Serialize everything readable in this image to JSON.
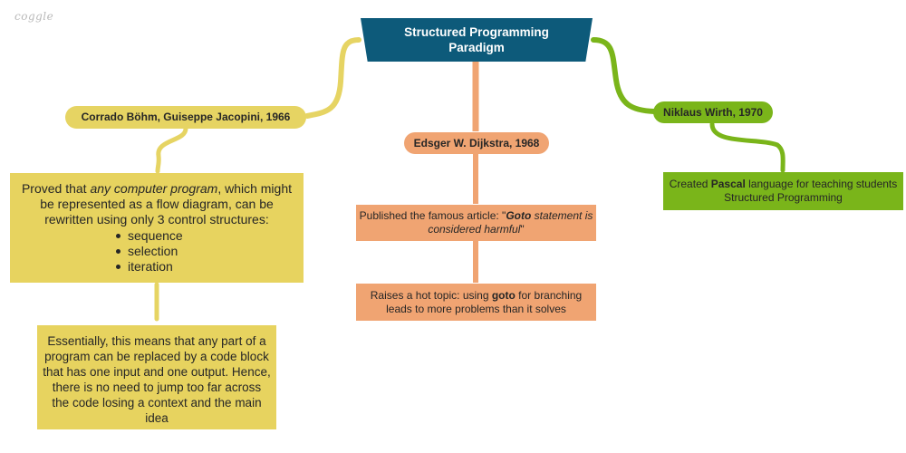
{
  "logo": "coggle",
  "colors": {
    "root": "#0d5a7a",
    "yellow_branch": "#e6d463",
    "orange_branch": "#f0a472",
    "green_branch": "#7ab51a"
  },
  "root": {
    "line1": "Structured Programming",
    "line2": "Paradigm"
  },
  "bohm": {
    "label": "Corrado Böhm, Guiseppe Jacopini, 1966",
    "proved": {
      "prefix": "Proved that ",
      "emphasis": "any computer program",
      "suffix": ", which might be represented as a flow diagram, can be rewritten using only 3 control structures:",
      "items": [
        "sequence",
        "selection",
        "iteration"
      ]
    },
    "essential": "Essentially, this means that any part of a program can be replaced by a code block that has one input and one output. Hence, there is no need to jump too far across the code losing a context and the main idea"
  },
  "dijkstra": {
    "label": "Edsger W. Dijkstra, 1968",
    "article": {
      "prefix": "Published the famous article: \"",
      "bold_italic": "Goto",
      "italic": " statement is considered harmful",
      "suffix": "\""
    },
    "topic": {
      "prefix": "Raises a hot topic: using ",
      "bold": "goto",
      "suffix": " for branching leads to more problems than it solves"
    }
  },
  "wirth": {
    "label": "Niklaus Wirth, 1970",
    "pascal": {
      "prefix": "Created ",
      "bold": "Pascal",
      "suffix": " language for teaching students Structured Programming"
    }
  }
}
